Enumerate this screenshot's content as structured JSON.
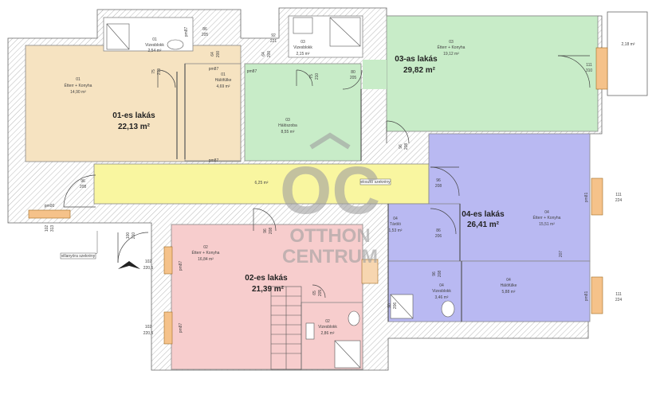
{
  "apartments": {
    "a01": {
      "name": "01-es lakás",
      "area": "22,13 m²"
    },
    "a02": {
      "name": "02-es lakás",
      "area": "21,39 m²"
    },
    "a03": {
      "name": "03-as lakás",
      "area": "29,82 m²"
    },
    "a04": {
      "name": "04-es lakás",
      "area": "26,41 m²"
    }
  },
  "rooms": {
    "r01_living": [
      "01",
      "Étterr + Konyha",
      "14,90 m²"
    ],
    "r01_bath": [
      "01",
      "Vizesblokk",
      "2,54 m²"
    ],
    "r01_sleep": [
      "01",
      "Hálófülke",
      "4,69 m²"
    ],
    "r02_living": [
      "02",
      "Étterr + Konyha",
      "16,84 m²"
    ],
    "r02_bath": [
      "02",
      "Vizesblokk",
      "2,86 m²"
    ],
    "r03_living": [
      "03",
      "Étterr + Konyha",
      "19,12 m²"
    ],
    "r03_bath": [
      "03",
      "Vizesblokk",
      "2,15 m²"
    ],
    "r03_sleep": [
      "03",
      "Hálószoba",
      "8,55 m²"
    ],
    "r04_living": [
      "04",
      "Étterr + Konyha",
      "15,51 m²"
    ],
    "r04_hall": [
      "04",
      "Táróló",
      "1,53 m²"
    ],
    "r04_bath": [
      "04",
      "Vizesblokk",
      "3,46 m²"
    ],
    "r04_sleep": [
      "04",
      "Hálófülke",
      "5,88 m²"
    ],
    "corridor": "6,25 m²"
  },
  "dims": {
    "d86_205": [
      "86",
      "205"
    ],
    "d64a": [
      "64",
      "200"
    ],
    "d64b": [
      "64",
      "200"
    ],
    "d92_221": [
      "92",
      "221"
    ],
    "d75_210a": [
      "75",
      "210"
    ],
    "d75_210b": [
      "75",
      "210"
    ],
    "d80_205": [
      "80",
      "205"
    ],
    "d111_310": [
      "111",
      "310"
    ],
    "d96_208a": [
      "96",
      "208"
    ],
    "d96_208b": [
      "96",
      "208"
    ],
    "d96_208c": [
      "96",
      "208"
    ],
    "d96_208d": [
      "96",
      "208"
    ],
    "d96_208e": [
      "96",
      "208"
    ],
    "d86_206": [
      "86",
      "206"
    ],
    "d90_206": [
      "90",
      "206"
    ],
    "d100_210": [
      "100",
      "210"
    ],
    "d102_313": [
      "102",
      "313"
    ],
    "d102_220a": [
      "102",
      "220,5"
    ],
    "d102_220b": [
      "102",
      "220,5"
    ],
    "d111_224a": [
      "111",
      "224"
    ],
    "d111_224b": [
      "111",
      "224"
    ],
    "d65_205": [
      "65",
      "205"
    ],
    "d2_18": "2,18 m²",
    "pm87a": "pm87",
    "pm87b": "pm87",
    "pm87c": "pm87",
    "pm87d": "pm87",
    "pm87e": "pm87",
    "pm87f": "pm87",
    "pm00": "pm00",
    "pm81a": "pm81",
    "pm81b": "pm81",
    "p207": "207"
  },
  "labels": {
    "elosztoa": "elosztó szekrény",
    "elosztob": "villanyóra szekrény"
  },
  "logo": {
    "mono": "OC",
    "line1": "OTTHON",
    "line2": "CENTRUM"
  }
}
